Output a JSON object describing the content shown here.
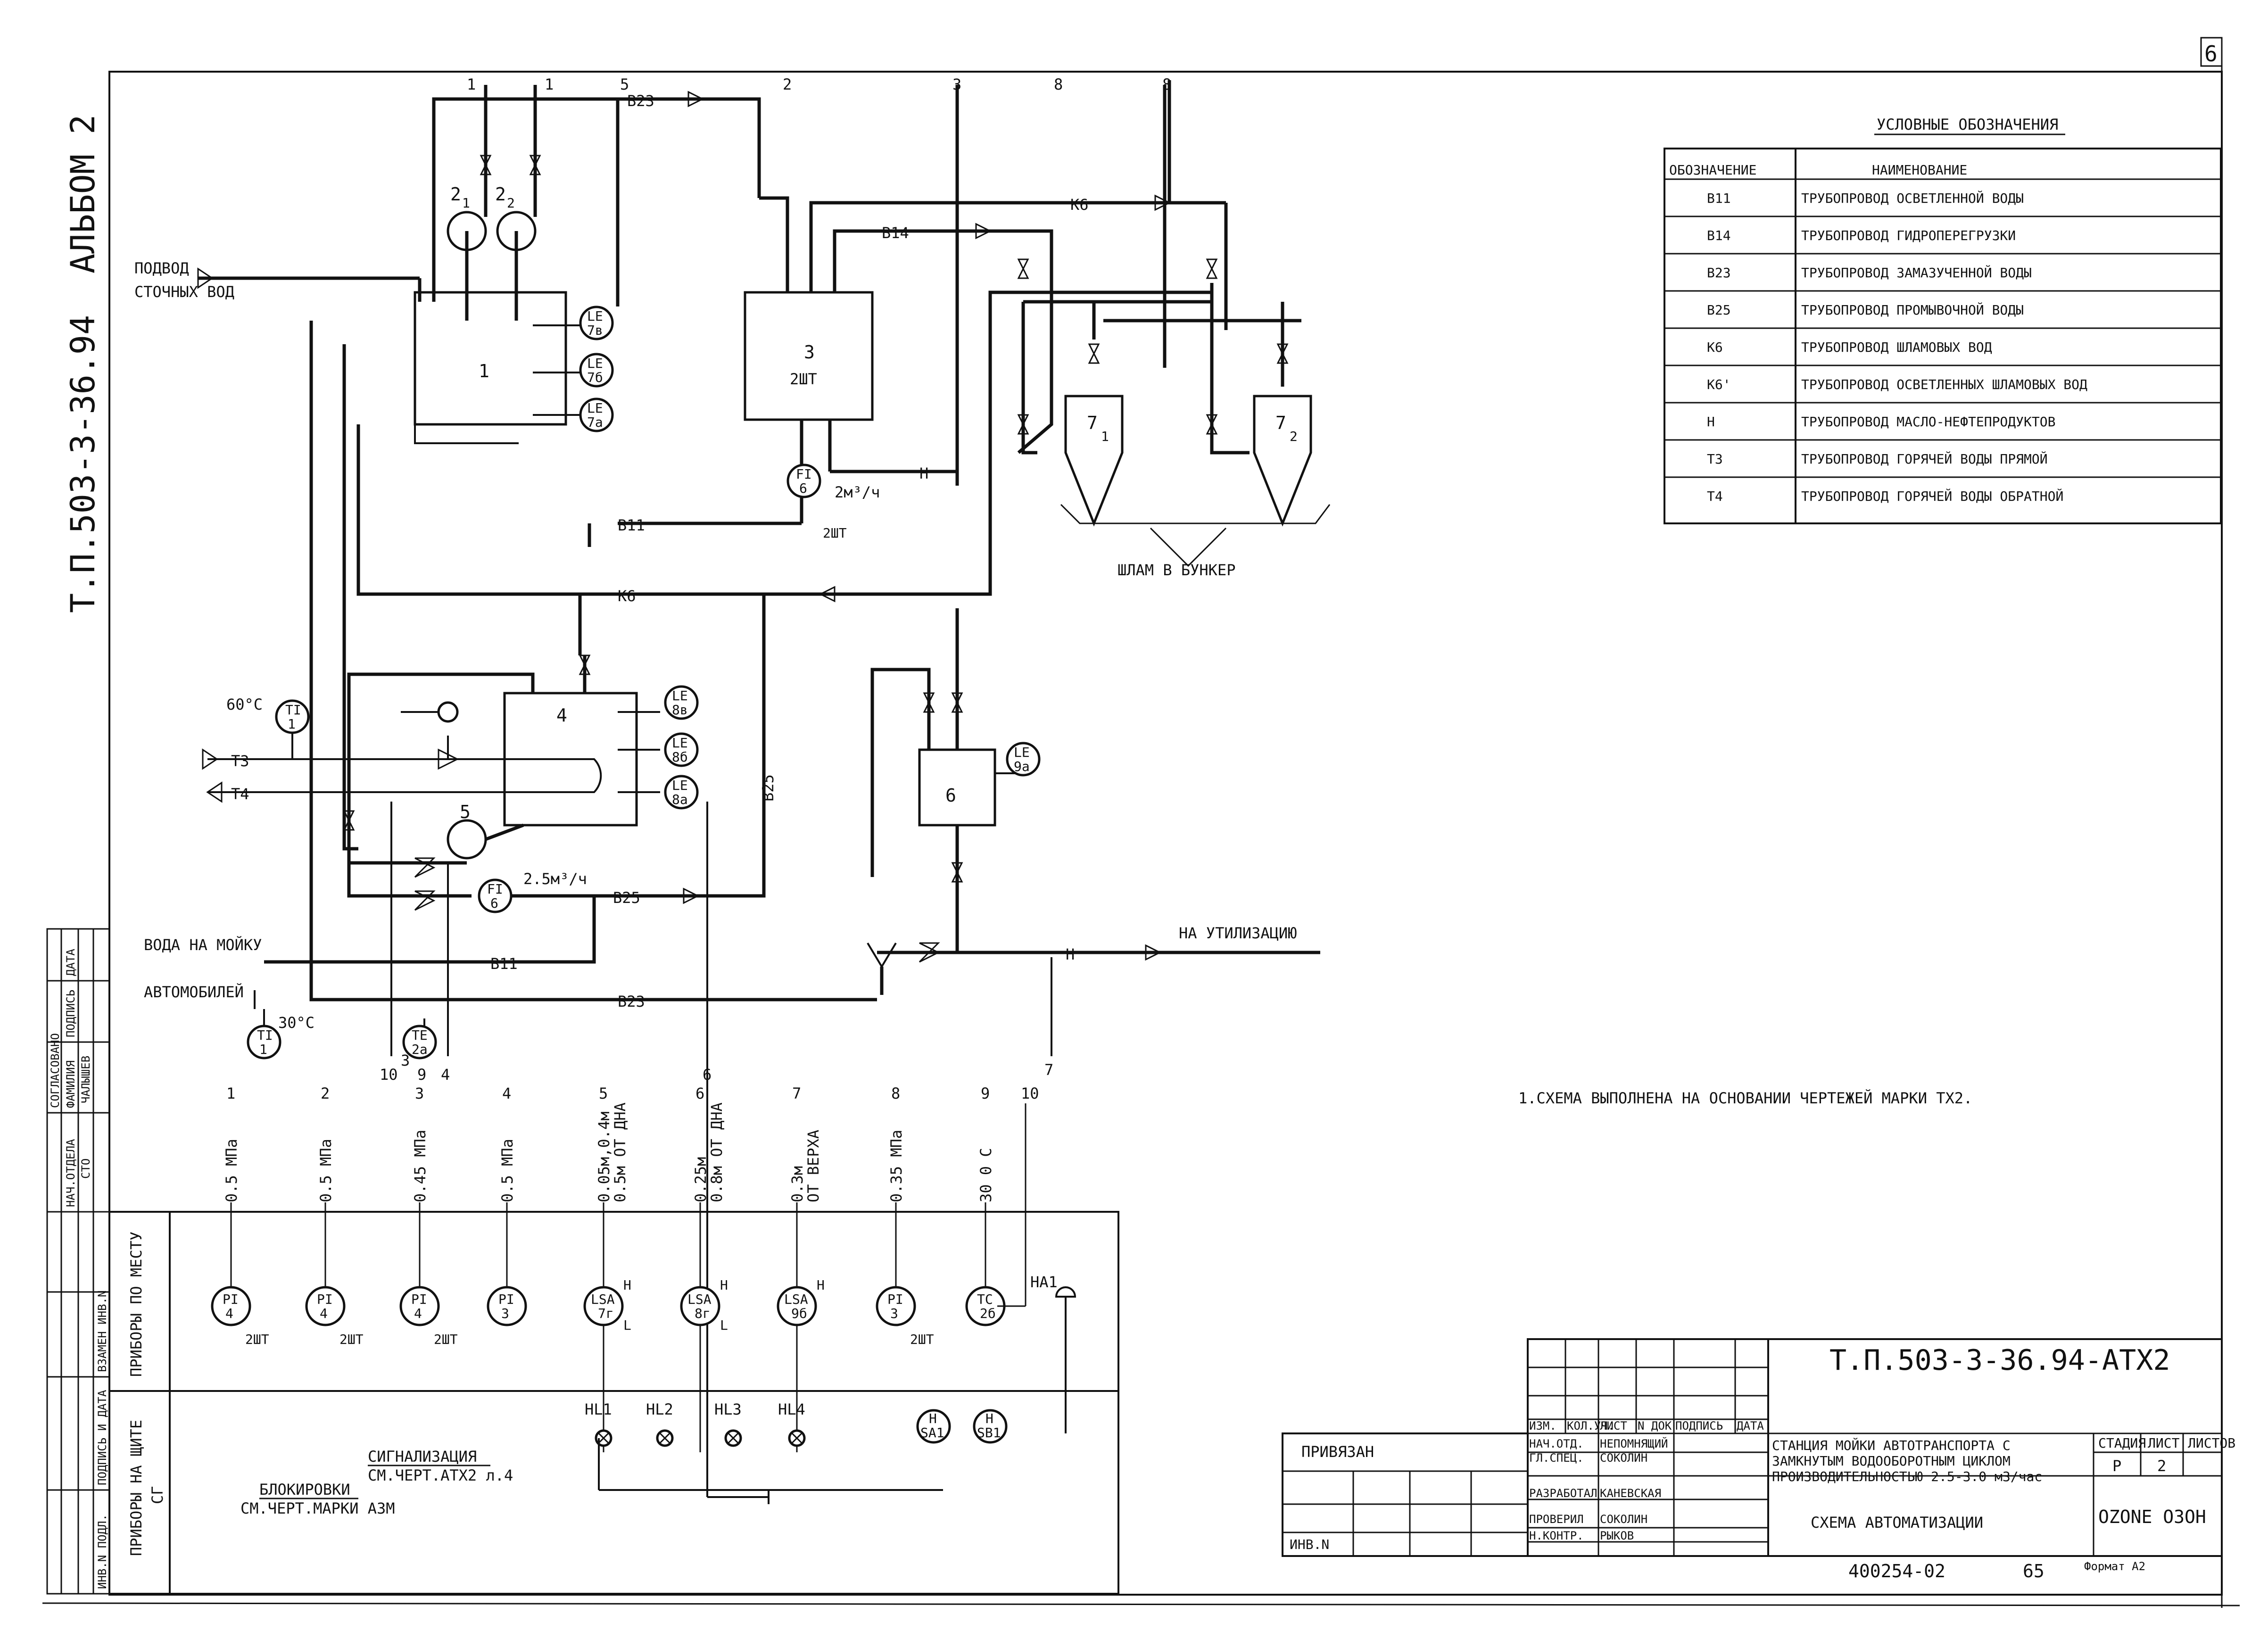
{
  "album": "АЛЬБОМ 2",
  "album_code": "Т.П.503-3-36.94",
  "page_corner_number": "6",
  "inflow_label_1": "ПОДВОД",
  "inflow_label_2": "СТОЧНЫХ ВОД",
  "wash_label_1": "ВОДА НА МОЙКУ",
  "wash_label_2": "АВТОМОБИЛЕЙ",
  "utilization_label": "НА УТИЛИЗАЦИЮ",
  "sludge_label": "ШЛАМ В БУНКЕР",
  "note": "1.СХЕМА ВЫПОЛНЕНА НА ОСНОВАНИИ ЧЕРТЕЖЕЙ МАРКИ ТХ2.",
  "legend": {
    "title": "УСЛОВНЫЕ ОБОЗНАЧЕНИЯ",
    "col1": "ОБОЗНАЧЕНИЕ",
    "col2": "НАИМЕНОВАНИЕ",
    "rows": [
      {
        "code": "В11",
        "name": "ТРУБОПРОВОД ОСВЕТЛЕННОЙ ВОДЫ"
      },
      {
        "code": "В14",
        "name": "ТРУБОПРОВОД ГИДРОПЕРЕГРУЗКИ"
      },
      {
        "code": "В23",
        "name": "ТРУБОПРОВОД ЗАМАЗУЧЕННОЙ ВОДЫ"
      },
      {
        "code": "В25",
        "name": "ТРУБОПРОВОД ПРОМЫВОЧНОЙ ВОДЫ"
      },
      {
        "code": "К6",
        "name": "ТРУБОПРОВОД ШЛАМОВЫХ ВОД"
      },
      {
        "code": "К6'",
        "name": "ТРУБОПРОВОД ОСВЕТЛЕННЫХ ШЛАМОВЫХ ВОД"
      },
      {
        "code": "Н",
        "name": "ТРУБОПРОВОД МАСЛО-НЕФТЕПРОДУКТОВ"
      },
      {
        "code": "Т3",
        "name": "ТРУБОПРОВОД ГОРЯЧЕЙ ВОДЫ ПРЯМОЙ"
      },
      {
        "code": "Т4",
        "name": "ТРУБОПРОВОД ГОРЯЧЕЙ ВОДЫ ОБРАТНОЙ"
      }
    ]
  },
  "pipe_labels": {
    "b23_top": "В23",
    "k6_top": "К6",
    "b14": "В14",
    "h_mid": "Н",
    "b11_mid": "В11",
    "k6_mid": "К6",
    "b25_vert": "В25",
    "b25_low": "В25",
    "b11_low": "В11",
    "b23_low": "В23",
    "h_low": "Н",
    "t3": "Т3",
    "t4": "Т4"
  },
  "equipment": {
    "tank1": "1",
    "tank3": "3",
    "tank3_qty": "2ШТ",
    "tank4": "4",
    "pump5": "5",
    "tank6": "6",
    "settler7_1": "7",
    "settler7_1_sub": "1",
    "settler7_2": "7",
    "settler7_2_sub": "2",
    "pump2_1": "2",
    "pump2_1_sub": "1",
    "pump2_2": "2",
    "pump2_2_sub": "2"
  },
  "instruments": {
    "le7v": {
      "a": "LE",
      "b": "7в"
    },
    "le7b": {
      "a": "LE",
      "b": "7б"
    },
    "le7a": {
      "a": "LE",
      "b": "7а"
    },
    "le8v": {
      "a": "LE",
      "b": "8в"
    },
    "le8b": {
      "a": "LE",
      "b": "8б"
    },
    "le8a": {
      "a": "LE",
      "b": "8а"
    },
    "le9a": {
      "a": "LE",
      "b": "9а"
    },
    "fi_top": {
      "a": "FI",
      "b": "6"
    },
    "fi_top_rate": "2м³/ч",
    "fi_top_qty": "2ШТ",
    "fi_low": {
      "a": "FI",
      "b": "6"
    },
    "fi_low_rate": "2.5м³/ч",
    "ti_top": {
      "a": "TI",
      "b": "1"
    },
    "ti_top_temp": "60°С",
    "ti_low": {
      "a": "TI",
      "b": "1"
    },
    "ti_low_temp": "30°С",
    "te": {
      "a": "TE",
      "b": "2а"
    }
  },
  "line_numbers": {
    "top_1a": "1",
    "top_1b": "1",
    "top_5": "5",
    "top_2": "2",
    "top_3": "3",
    "top_8a": "8",
    "top_8b": "8",
    "low_10": "10",
    "low_9": "9",
    "low_3": "3",
    "low_4": "4",
    "low_6": "6",
    "low_7": "7"
  },
  "columns": [
    {
      "num": "1",
      "spec": "0.5 МПа",
      "dev_a": "PI",
      "dev_b": "4",
      "qty": "2ШТ",
      "mark": ""
    },
    {
      "num": "2",
      "spec": "0.5 МПа",
      "dev_a": "PI",
      "dev_b": "4",
      "qty": "2ШТ",
      "mark": ""
    },
    {
      "num": "3",
      "spec": "0.45 МПа",
      "dev_a": "PI",
      "dev_b": "4",
      "qty": "2ШТ",
      "mark": ""
    },
    {
      "num": "4",
      "spec": "0.5 МПа",
      "dev_a": "PI",
      "dev_b": "3",
      "qty": "",
      "mark": ""
    },
    {
      "num": "5",
      "spec": "0.05м,0.4м\n0.5м ОТ ДНА",
      "dev_a": "LSA",
      "dev_b": "7г",
      "qty": "",
      "mark": "H|L"
    },
    {
      "num": "6",
      "spec": "0.25м\n0.8м ОТ ДНА",
      "dev_a": "LSA",
      "dev_b": "8г",
      "qty": "",
      "mark": "H|L"
    },
    {
      "num": "7",
      "spec": "0.3м\nОТ ВЕРХА",
      "dev_a": "LSA",
      "dev_b": "9б",
      "qty": "",
      "mark": "H|"
    },
    {
      "num": "8",
      "spec": "0.35 МПа",
      "dev_a": "PI",
      "dev_b": "3",
      "qty": "2ШТ",
      "mark": ""
    },
    {
      "num": "9",
      "spec": "30 0 С",
      "dev_a": "TC",
      "dev_b": "2б",
      "qty": "",
      "mark": ""
    },
    {
      "num": "10",
      "spec": "",
      "dev_a": "",
      "dev_b": "",
      "qty": "",
      "mark": ""
    }
  ],
  "panel": {
    "local_label": "ПРИБОРЫ ПО МЕСТУ",
    "board_label": "ПРИБОРЫ НА ЩИТЕ",
    "board_sub": "СГ",
    "ha1": "HA1",
    "lamps": [
      "HL1",
      "HL2",
      "HL3",
      "HL4"
    ],
    "sa1": {
      "a": "H",
      "b": "SA1"
    },
    "sb1": {
      "a": "H",
      "b": "SB1"
    },
    "signal_1": "СИГНАЛИЗАЦИЯ",
    "signal_2": "СМ.ЧЕРТ.АТХ2 л.4",
    "block_1": "БЛОКИРОВКИ",
    "block_2": "СМ.ЧЕРТ.МАРКИ АЗМ"
  },
  "left_strip": {
    "agreed": "СОГЛАСОВАНО",
    "h_dept": "НАЧ.ОТДЕЛА",
    "h_name": "ФАМИЛИЯ",
    "h_sign": "ПОДПИСЬ",
    "h_date": "ДАТА",
    "v_dept": "СТО",
    "v_name": "ЧАЛЫШЕВ",
    "inv_fields": [
      "ИНВ.N ПОДЛ.",
      "ПОДПИСЬ И ДАТА",
      "ВЗАМЕН ИНВ.N"
    ]
  },
  "title_block": {
    "doc_code": "Т.П.503-3-36.94-АТХ2",
    "bound": "ПРИВЯЗАН",
    "inv": "ИНВ.N",
    "head": [
      "ИЗМ.",
      "КОЛ.УЧ.",
      "ЛИСТ",
      "N ДОК",
      "ПОДПИСЬ",
      "ДАТА"
    ],
    "roles": [
      {
        "role": "НАЧ.ОТД.",
        "name": "НЕПОМНЯЩИЙ"
      },
      {
        "role": "ГЛ.СПЕЦ.",
        "name": "СОКОЛИН"
      },
      {
        "role": "РАЗРАБОТАЛ",
        "name": "КАНЕВСКАЯ"
      },
      {
        "role": "ПРОВЕРИЛ",
        "name": "СОКОЛИН"
      },
      {
        "role": "Н.КОНТР.",
        "name": "РЫКОВ"
      }
    ],
    "project_1": "СТАНЦИЯ МОЙКИ АВТОТРАНСПОРТА С",
    "project_2": "ЗАМКНУТЫМ ВОДООБОРОТНЫМ ЦИКЛОМ",
    "project_3": "ПРОИЗВОДИТЕЛЬНОСТЬЮ 2.5-3.0 м3/час",
    "stage_h": "СТАДИЯ",
    "sheet_h": "ЛИСТ",
    "sheets_h": "ЛИСТОВ",
    "stage": "Р",
    "sheet": "2",
    "title": "СХЕМА АВТОМАТИЗАЦИИ",
    "logo": "OZONE ОЗОН",
    "handwritten": "400254-02",
    "page": "65",
    "format": "Формат А2"
  }
}
